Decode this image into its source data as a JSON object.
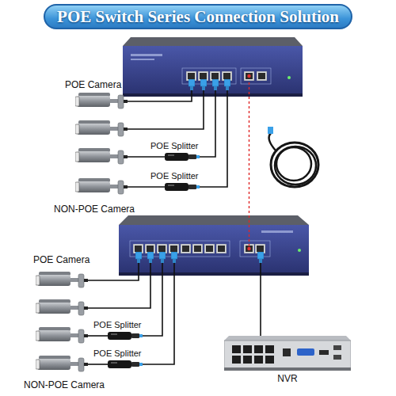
{
  "diagram": {
    "title": "POE Switch Series Connection Solution",
    "nodes": [
      {
        "text": [
          "POE Splitter"
        ]
      },
      {
        "text": [
          "POE Splitter"
        ]
      },
      {
        "text": [
          "POE Splitter"
        ]
      },
      {
        "text": [
          "POE Splitter"
        ]
      },
      {
        "text": [
          "NVR"
        ]
      }
    ],
    "labels": [
      "POE Camera",
      "NON-POE Camera",
      "POE Camera",
      "NON-POE Camera"
    ]
  }
}
